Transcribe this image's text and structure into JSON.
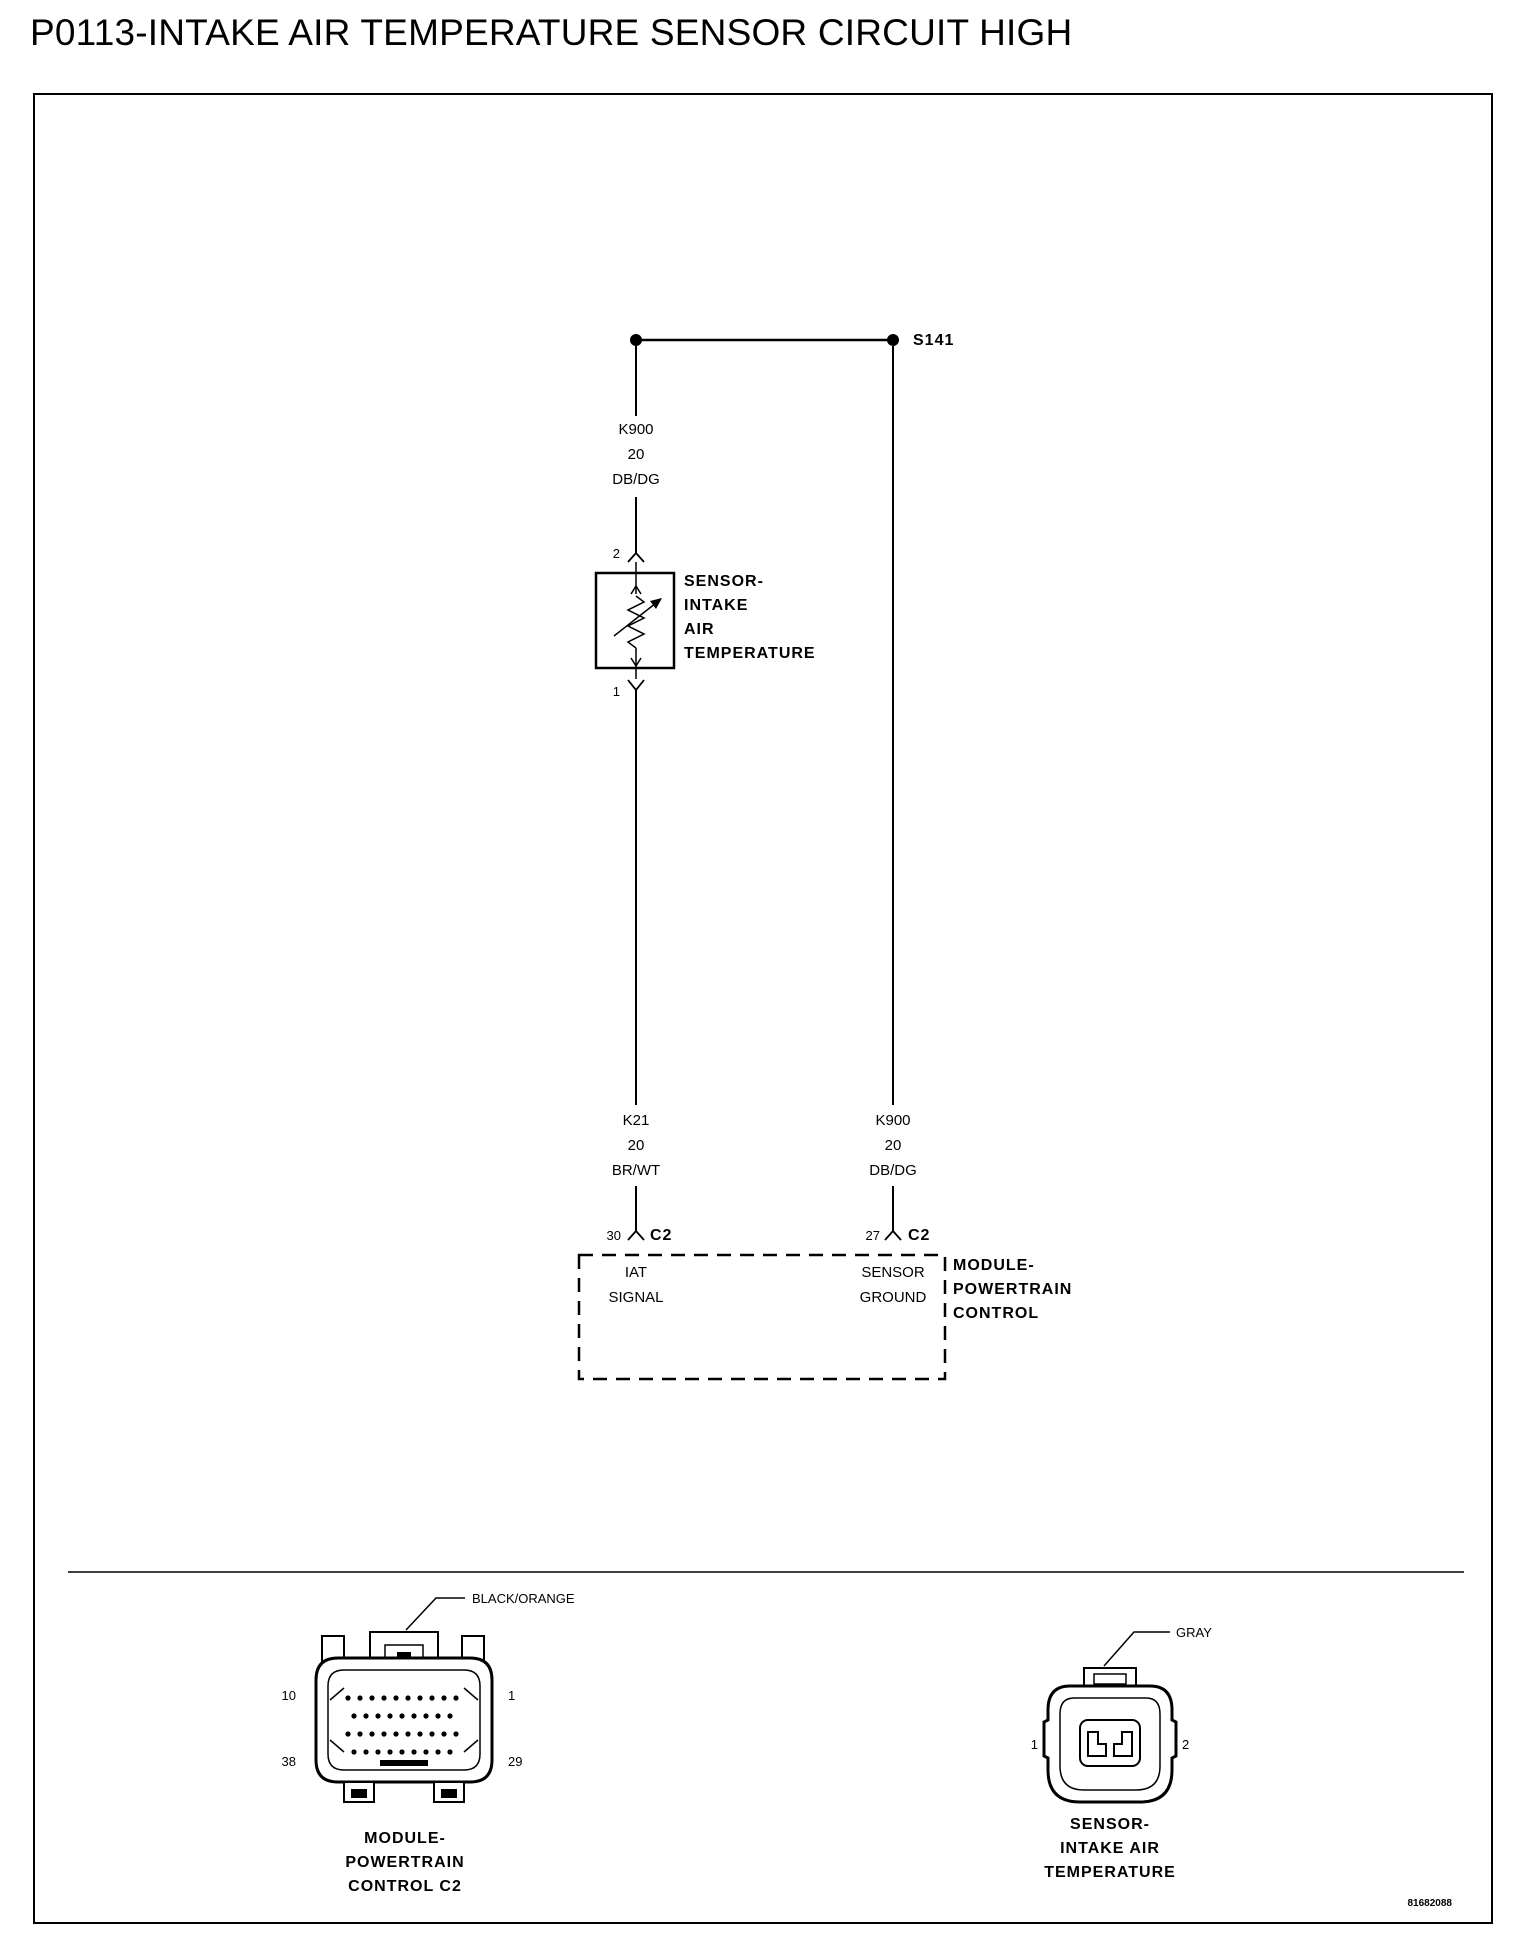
{
  "title": "P0113-INTAKE AIR TEMPERATURE SENSOR CIRCUIT HIGH",
  "splice": "S141",
  "wires": {
    "top_left": {
      "circuit": "K900",
      "gauge": "20",
      "color": "DB/DG"
    },
    "bottom_left": {
      "circuit": "K21",
      "gauge": "20",
      "color": "BR/WT"
    },
    "bottom_right": {
      "circuit": "K900",
      "gauge": "20",
      "color": "DB/DG"
    }
  },
  "sensor": {
    "label_lines": [
      "SENSOR-",
      "INTAKE",
      "AIR",
      "TEMPERATURE"
    ],
    "pin_top": "2",
    "pin_bottom": "1"
  },
  "module": {
    "label_lines": [
      "MODULE-",
      "POWERTRAIN",
      "CONTROL"
    ],
    "pin_left": "30",
    "pin_right": "27",
    "connector_left": "C2",
    "connector_right": "C2",
    "term_left_lines": [
      "IAT",
      "SIGNAL"
    ],
    "term_right_lines": [
      "SENSOR",
      "GROUND"
    ]
  },
  "connector_views": {
    "pcm": {
      "color_label": "BLACK/ORANGE",
      "pins": {
        "top_left": "10",
        "top_right": "1",
        "bottom_left": "38",
        "bottom_right": "29"
      },
      "caption_lines": [
        "MODULE-",
        "POWERTRAIN",
        "CONTROL C2"
      ]
    },
    "iat": {
      "color_label": "GRAY",
      "pins": {
        "left": "1",
        "right": "2"
      },
      "caption_lines": [
        "SENSOR-",
        "INTAKE AIR",
        "TEMPERATURE"
      ]
    }
  },
  "figure_id": "81682088"
}
